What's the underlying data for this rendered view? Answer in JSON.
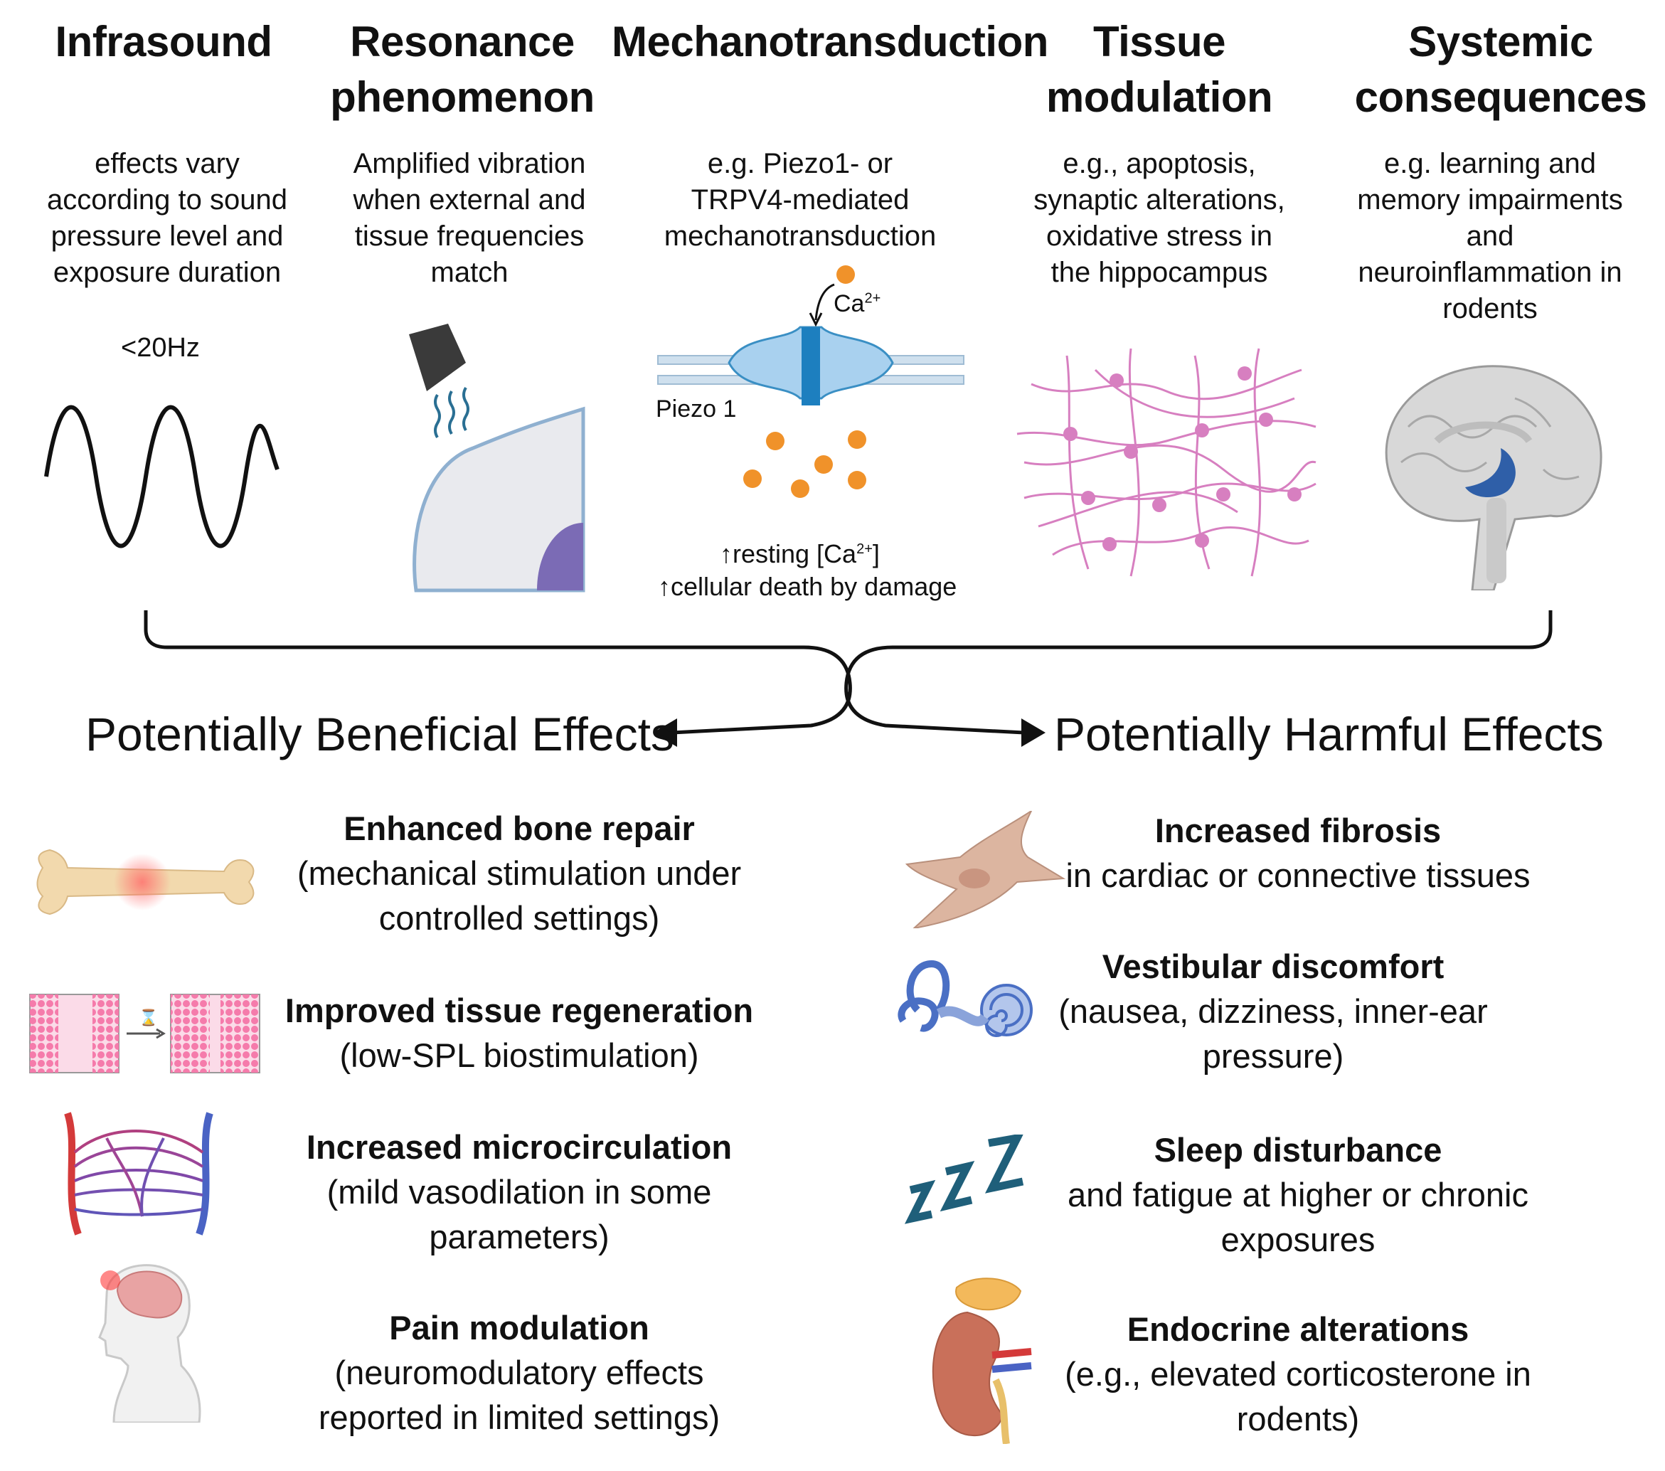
{
  "stages": [
    {
      "title_lines": [
        "Infrasound"
      ],
      "desc_lines": [
        "effects vary",
        "according to sound",
        "pressure level and",
        "exposure duration"
      ],
      "icon": "sine-wave-icon"
    },
    {
      "title_lines": [
        "Resonance",
        "phenomenon"
      ],
      "desc_lines": [
        "Amplified vibration",
        "when external and",
        "tissue frequencies",
        "match"
      ],
      "icon": "speaker-cell-icon"
    },
    {
      "title_lines": [
        "Mechanotransduction"
      ],
      "desc_lines": [
        "e.g. Piezo1- or",
        "TRPV4-mediated",
        "mechanotransduction"
      ],
      "icon": "piezo-channel-icon"
    },
    {
      "title_lines": [
        "Tissue",
        "modulation"
      ],
      "desc_lines": [
        "e.g., apoptosis,",
        "synaptic alterations,",
        "oxidative stress in",
        "the hippocampus"
      ],
      "icon": "neuron-network-icon"
    },
    {
      "title_lines": [
        "Systemic",
        "consequences"
      ],
      "desc_lines": [
        "e.g. learning and",
        "memory impairments",
        "and",
        "neuroinflammation in",
        "rodents"
      ],
      "icon": "brain-hippocampus-icon"
    }
  ],
  "infrasound_freq": "<20Hz",
  "piezo": {
    "ion_label": "Ca",
    "ion_sup": "2+",
    "channel_label": "Piezo 1",
    "effect_line1_pre": "resting [Ca",
    "effect_line1_sup": "2+",
    "effect_line1_post": "]",
    "effect_line2": "cellular death by damage"
  },
  "beneficial_heading": "Potentially Beneficial Effects",
  "harmful_heading": "Potentially Harmful Effects",
  "beneficial": [
    {
      "title": "Enhanced bone repair",
      "desc_lines": [
        "(mechanical stimulation under",
        "controlled settings)"
      ],
      "icon": "bone-icon"
    },
    {
      "title": "Improved tissue regeneration",
      "desc_lines": [
        "(low-SPL biostimulation)"
      ],
      "icon": "tissue-regeneration-icon"
    },
    {
      "title": "Increased microcirculation",
      "desc_lines": [
        "(mild vasodilation in some",
        "parameters)"
      ],
      "icon": "capillary-network-icon"
    },
    {
      "title": "Pain modulation",
      "desc_lines": [
        "(neuromodulatory effects",
        "reported in limited settings)"
      ],
      "icon": "head-brain-icon"
    }
  ],
  "harmful": [
    {
      "title": "Increased fibrosis",
      "desc_lines": [
        "in cardiac or connective tissues"
      ],
      "icon": "fibroblast-icon"
    },
    {
      "title": "Vestibular discomfort",
      "desc_lines": [
        "(nausea, dizziness, inner-ear",
        "pressure)"
      ],
      "icon": "inner-ear-icon"
    },
    {
      "title": "Sleep disturbance",
      "desc_lines": [
        "and fatigue at higher or chronic",
        "exposures"
      ],
      "icon": "sleep-zzz-icon"
    },
    {
      "title": "Endocrine alterations",
      "desc_lines": [
        "(e.g., elevated corticosterone in",
        "rodents)"
      ],
      "icon": "kidney-adrenal-icon"
    }
  ],
  "colors": {
    "text": "#111111",
    "orange_ion": "#f0922a",
    "channel_blue": "#3a8fc4",
    "neuron_pink": "#d77fc0",
    "brain_blue": "#2f5fa8",
    "artery_red": "#d43a3a",
    "vein_blue": "#4a63c4",
    "zzz_teal": "#1f5f7a"
  }
}
